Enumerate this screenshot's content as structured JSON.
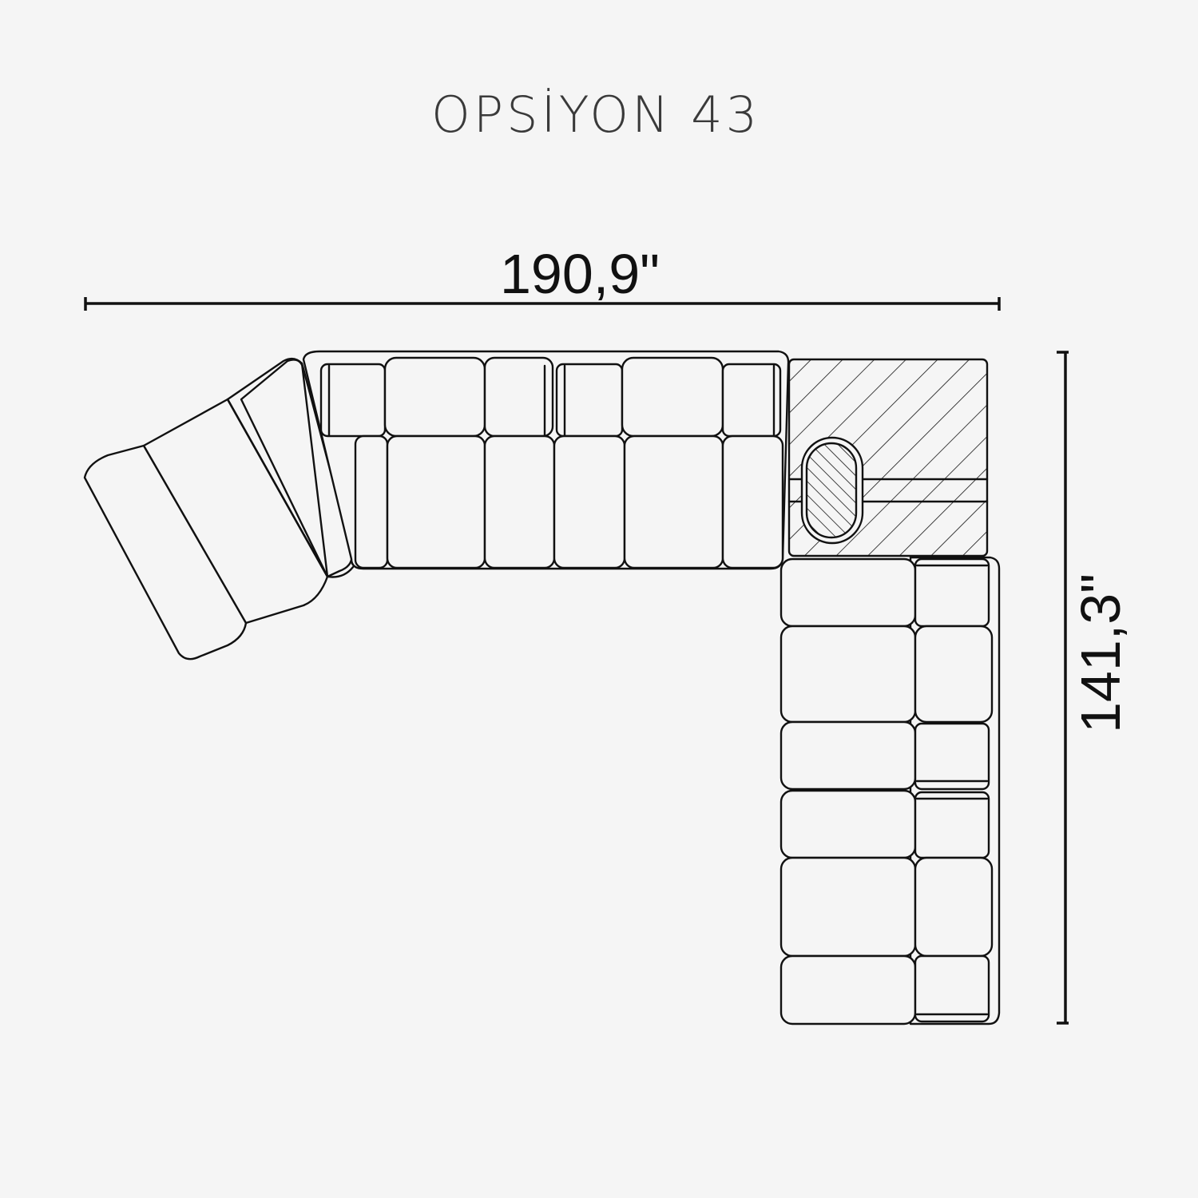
{
  "title": "OPSİYON 43",
  "dimensions": {
    "width_label": "190,9\"",
    "depth_label": "141,3\""
  },
  "colors": {
    "background": "#f5f5f5",
    "stroke": "#111111",
    "title": "#3a3a3a"
  }
}
